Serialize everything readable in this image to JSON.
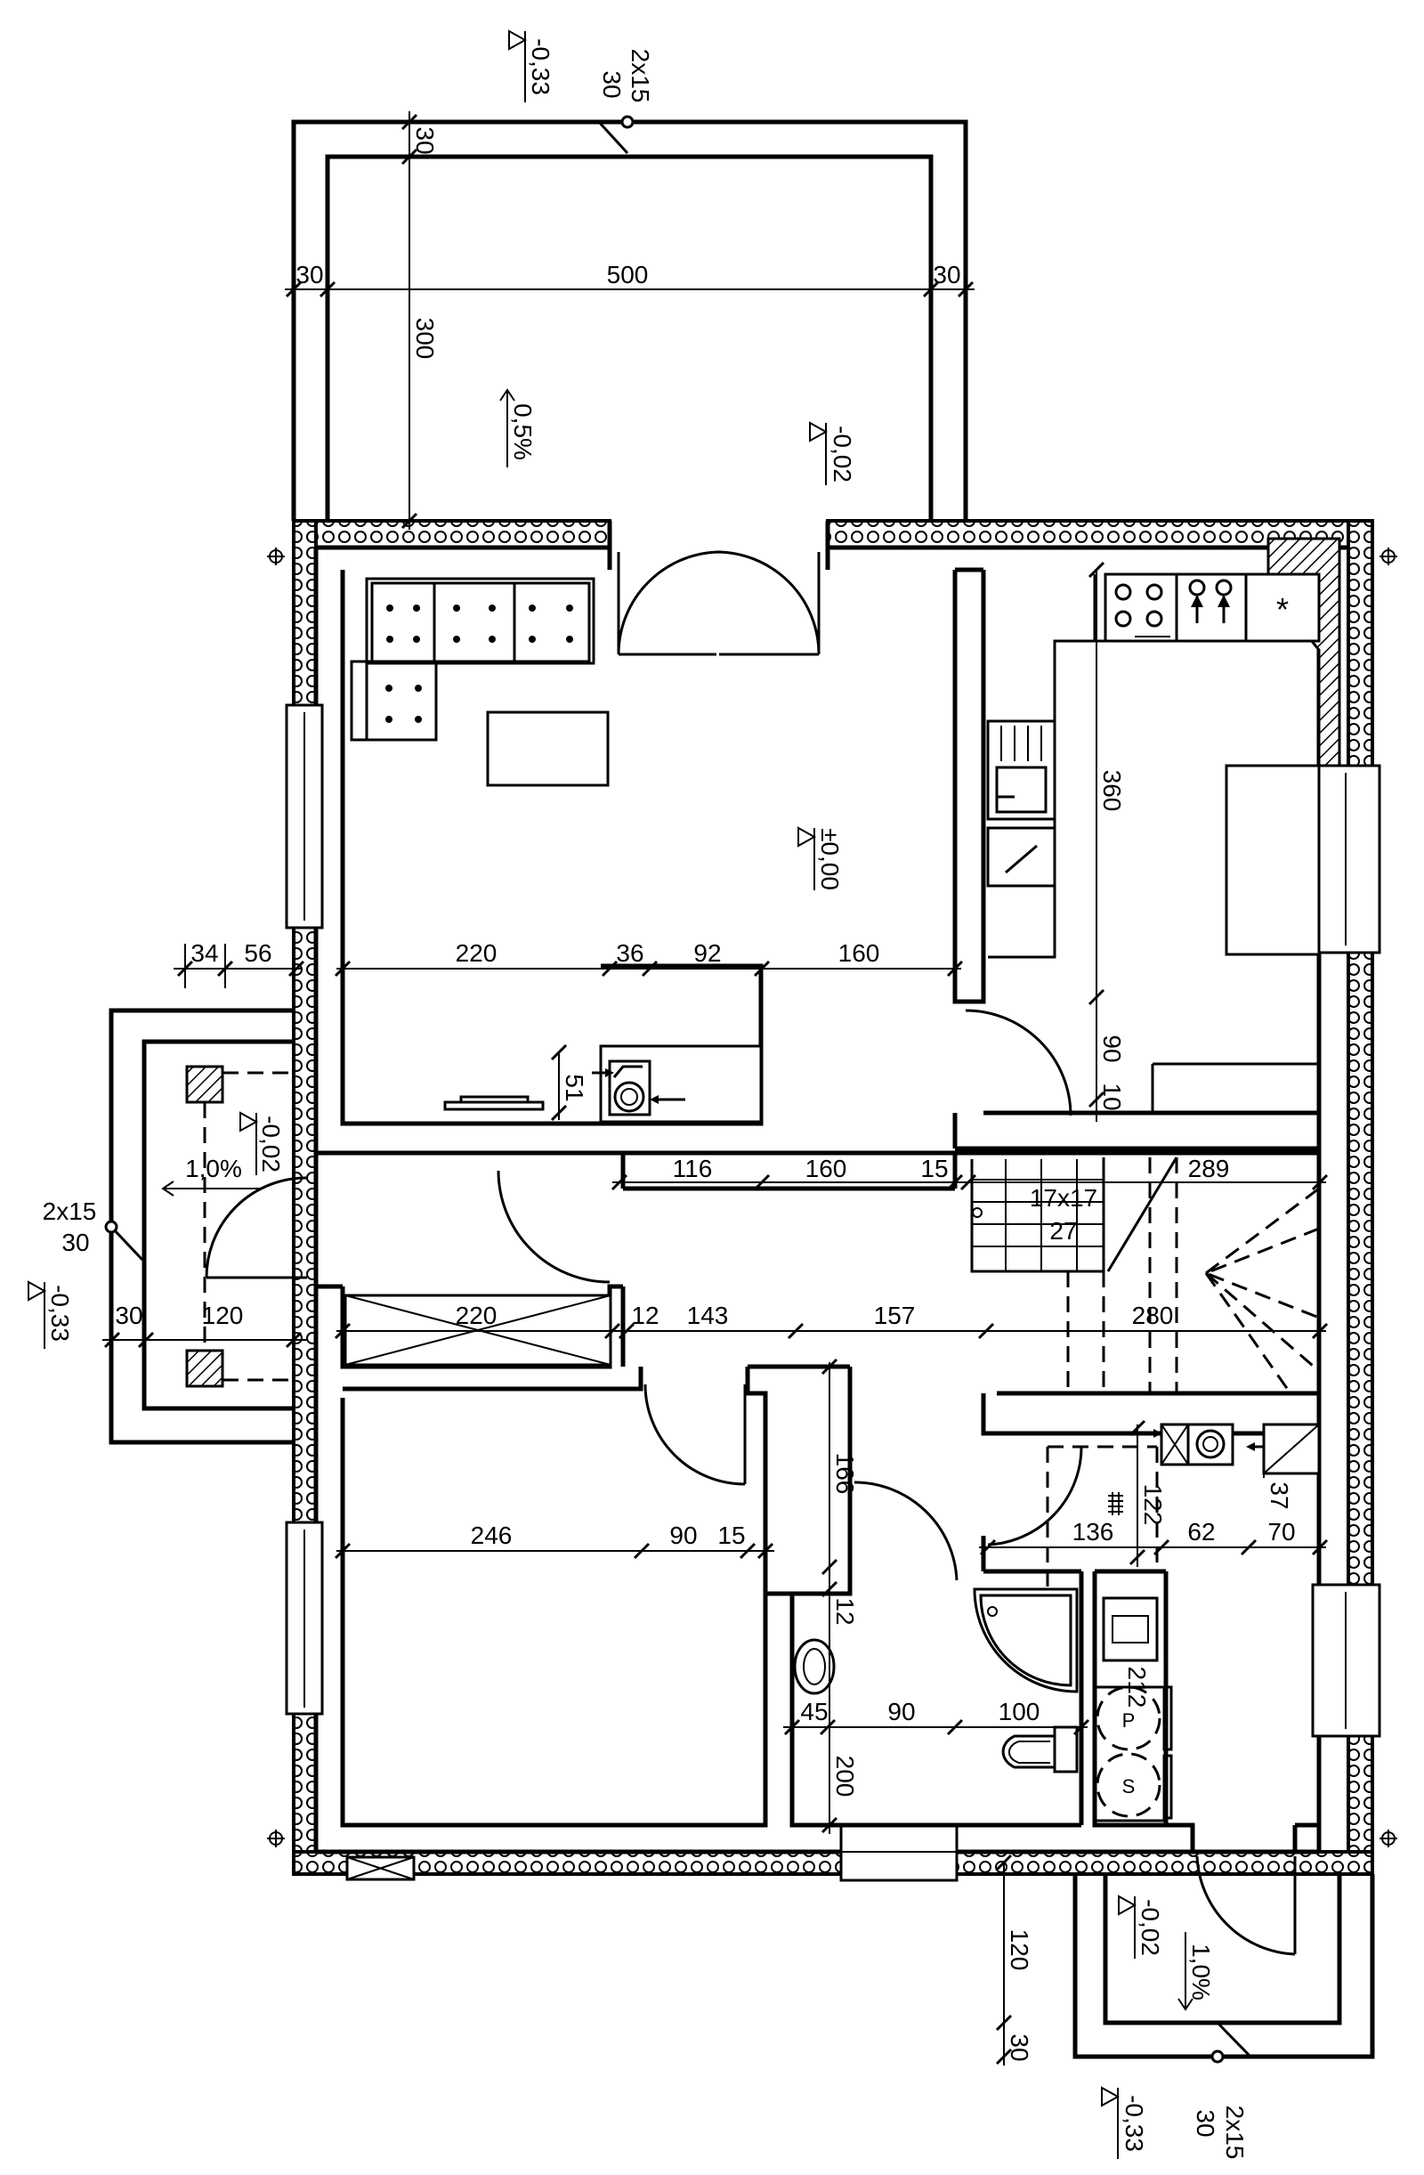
{
  "plan": {
    "dimensions": {
      "terrace_top": [
        "30",
        "500",
        "30"
      ],
      "terrace_depth": "300",
      "terrace_wall": "30",
      "living_row": [
        "220",
        "36",
        "92",
        "160"
      ],
      "left_ext": [
        "34",
        "56"
      ],
      "kitchen_depth": "360",
      "kitchen_small": [
        "90",
        "10"
      ],
      "washer_niche": "51",
      "hall_row": [
        "116",
        "160",
        "15",
        "289"
      ],
      "stairs_step": "17x17",
      "stairs_count": "27",
      "corridor_row": [
        "220",
        "12",
        "143",
        "157",
        "280"
      ],
      "entrance_row": [
        "30",
        "120"
      ],
      "bedroom_row": [
        "246",
        "90",
        "15"
      ],
      "bath_row": [
        "45",
        "90",
        "100"
      ],
      "bath_heights": [
        "166",
        "12",
        "200"
      ],
      "boiler_row": [
        "136",
        "62",
        "70"
      ],
      "boiler_v": [
        "122",
        "37"
      ],
      "utility_v": "212",
      "rear_porch": [
        "120",
        "30"
      ]
    },
    "levels": {
      "terrace_top": "-0,33",
      "terrace_floor": "-0,02",
      "ground_floor": "±0,00",
      "entrance_porch": "-0,02",
      "entrance_left": "-0,33",
      "rear_porch": "-0,02",
      "rear_bottom": "-0,33"
    },
    "slopes": {
      "terrace": "0,5%",
      "entrance": "1,0%",
      "rear": "1,0%"
    },
    "steps": {
      "top": [
        "2x15",
        "30"
      ],
      "left": [
        "2x15",
        "30"
      ],
      "bottom": [
        "2x15",
        "30"
      ]
    },
    "appliance_labels": {
      "fridge_mark": "*",
      "washer_p": "P",
      "dryer_s": "S"
    }
  }
}
